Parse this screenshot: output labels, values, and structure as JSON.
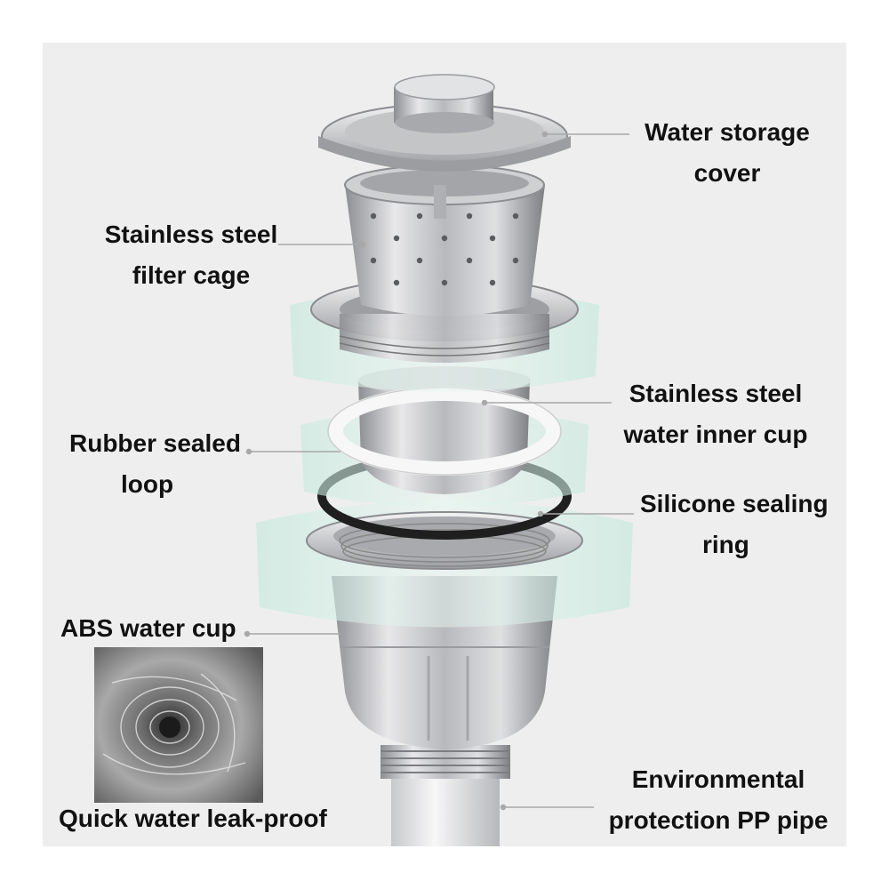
{
  "labels": {
    "water_storage_cover": [
      "Water storage",
      "cover"
    ],
    "filter_cage": [
      "Stainless steel",
      "filter cage"
    ],
    "inner_cup": [
      "Stainless steel",
      "water inner cup"
    ],
    "rubber_loop": [
      "Rubber sealed",
      "loop"
    ],
    "silicone_ring": [
      "Silicone sealing",
      "ring"
    ],
    "abs_cup": "ABS water cup",
    "leak_proof": "Quick water leak-proof",
    "pp_pipe": [
      "Environmental",
      "protection PP pipe"
    ]
  },
  "colors": {
    "panel": "#eeeeee",
    "steel_light": "#e2e2e4",
    "steel_mid": "#b9babd",
    "steel_dark": "#8a8b8f",
    "glass": "#cfeee4",
    "rubber": "#222222",
    "leader": "#a8a8a8"
  }
}
